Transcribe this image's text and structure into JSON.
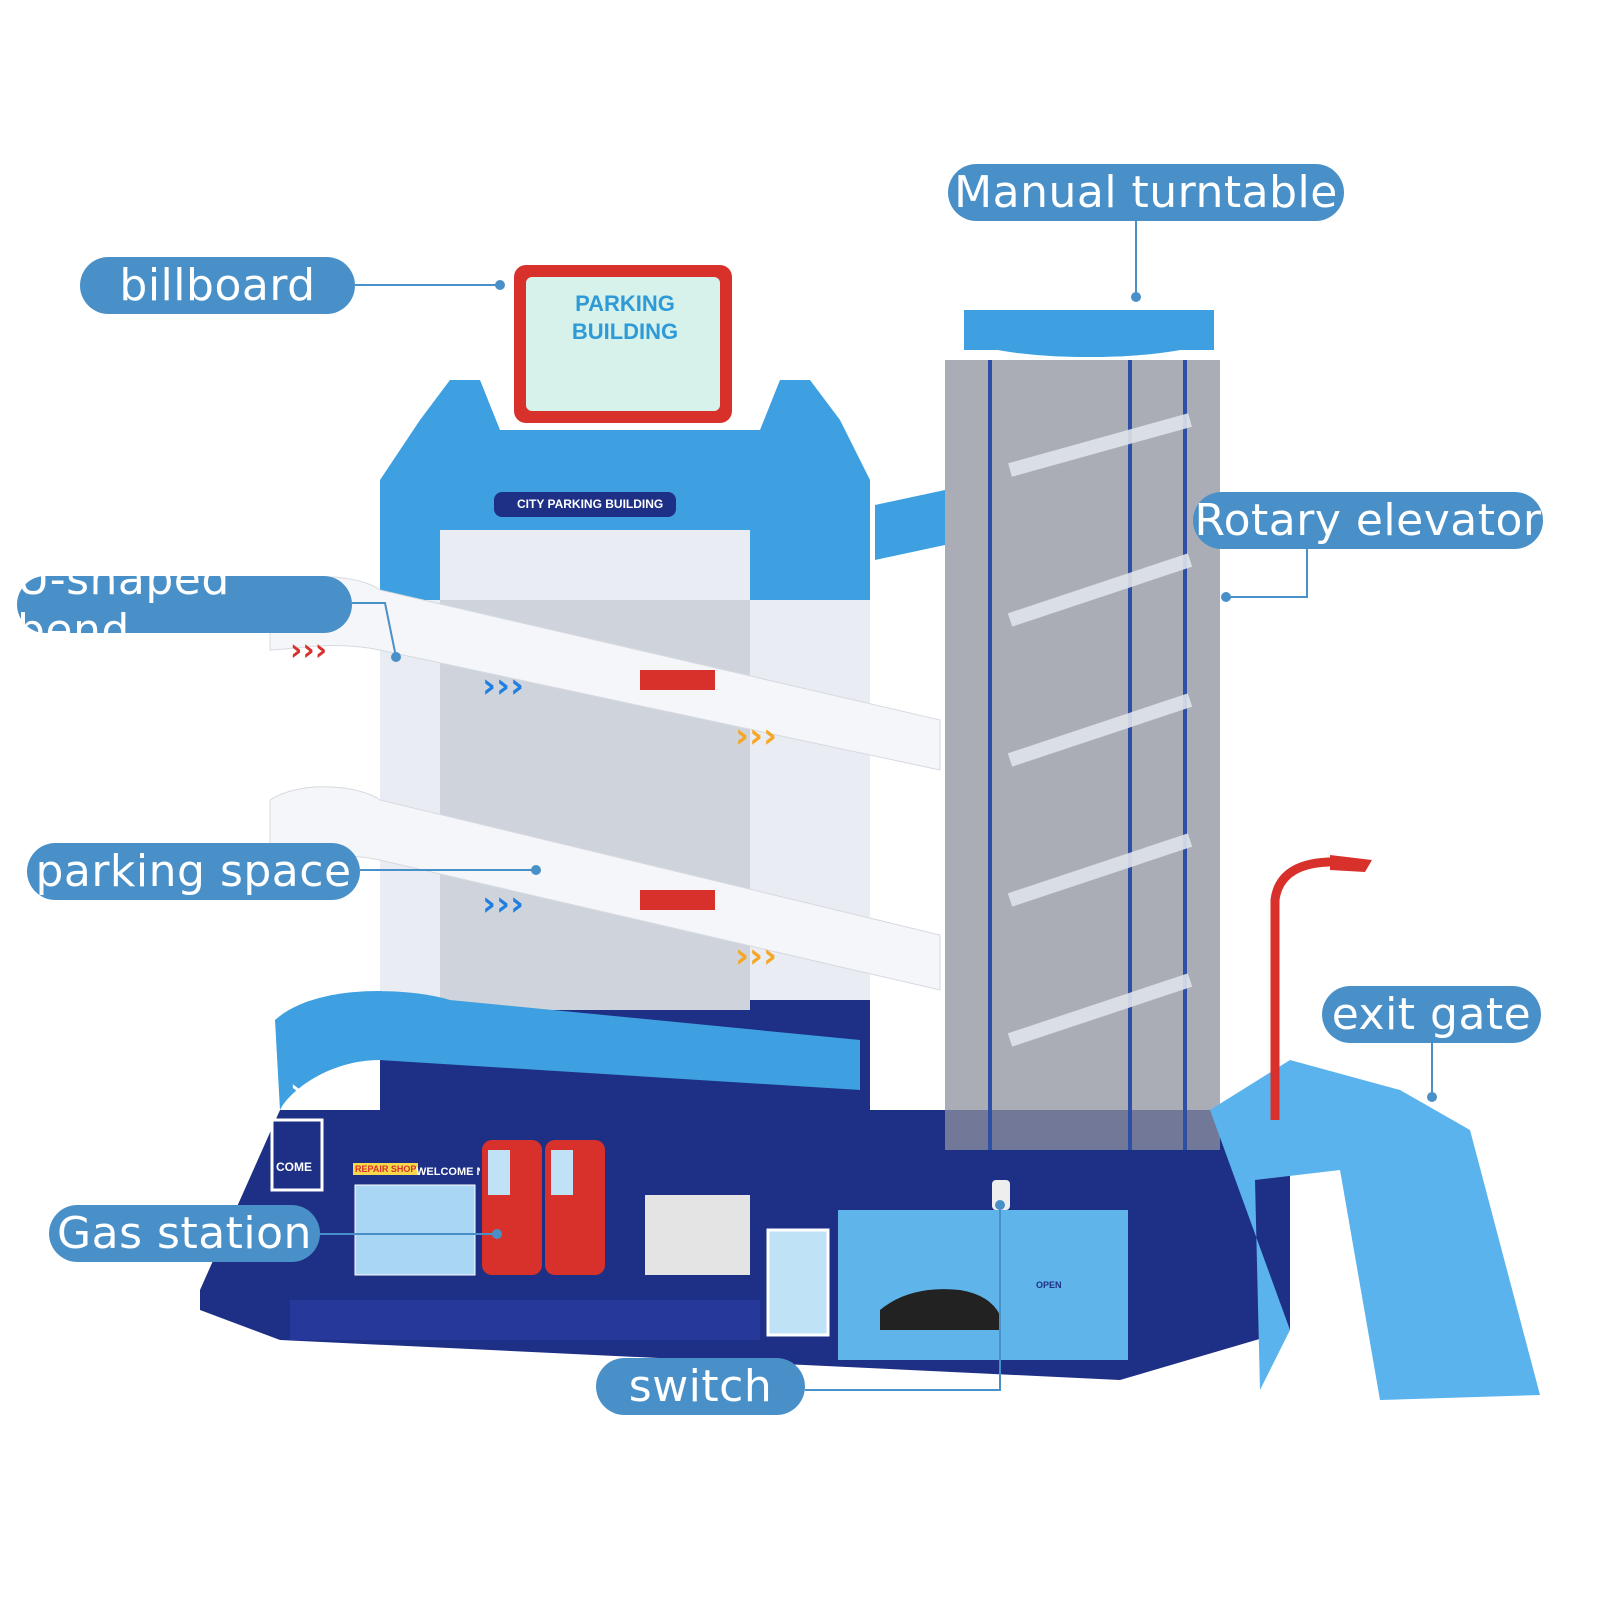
{
  "labels": {
    "billboard": "billboard",
    "manual_turntable": "Manual turntable",
    "rotary_elevator": "Rotary elevator",
    "u_shaped_bend": "U-shaped bend",
    "parking_space": "parking space",
    "exit_gate": "exit gate",
    "gas_station": "Gas station",
    "switch": "switch"
  },
  "toy_text": {
    "billboard_line1": "PARKING",
    "billboard_line2": "BUILDING",
    "banner": "CITY PARKING BUILDING",
    "repair_shop": "REPAIR SHOP",
    "welcome": "WELCOME NEW",
    "welcome_side": "COME",
    "open_sign": "OPEN"
  },
  "colors": {
    "label": "#4a90c8",
    "toy_blue": "#3ea0e0",
    "navy": "#1e2f86",
    "red": "#d8302a",
    "orange": "#f5a623"
  }
}
